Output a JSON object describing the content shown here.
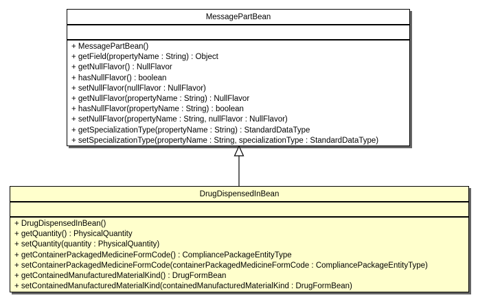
{
  "diagram": {
    "type": "uml-class-diagram",
    "background": "#ffffff",
    "border_color": "#000000",
    "shadow_color": "#666666",
    "classes": [
      {
        "name": "MessagePartBean",
        "fill": "#ffffff",
        "attributes": [],
        "methods": [
          "+ MessagePartBean()",
          "+ getField(propertyName : String) : Object",
          "+ getNullFlavor() : NullFlavor",
          "+ hasNullFlavor() : boolean",
          "+ setNullFlavor(nullFlavor : NullFlavor)",
          "+ getNullFlavor(propertyName : String) : NullFlavor",
          "+ hasNullFlavor(propertyName : String) : boolean",
          "+ setNullFlavor(propertyName : String, nullFlavor : NullFlavor)",
          "+ getSpecializationType(propertyName : String) : StandardDataType",
          "+ setSpecializationType(propertyName : String, specializationType : StandardDataType)"
        ]
      },
      {
        "name": "DrugDispensedInBean",
        "fill": "#ffffcc",
        "attributes": [],
        "methods": [
          "+ DrugDispensedInBean()",
          "+ getQuantity() : PhysicalQuantity",
          "+ setQuantity(quantity : PhysicalQuantity)",
          "+ getContainerPackagedMedicineFormCode() : CompliancePackageEntityType",
          "+ setContainerPackagedMedicineFormCode(containerPackagedMedicineFormCode : CompliancePackageEntityType)",
          "+ getContainedManufacturedMaterialKind() : DrugFormBean",
          "+ setContainedManufacturedMaterialKind(containedManufacturedMaterialKind : DrugFormBean)"
        ]
      }
    ],
    "relationships": [
      {
        "type": "generalization",
        "from": "DrugDispensedInBean",
        "to": "MessagePartBean",
        "arrow": "hollow-triangle"
      }
    ]
  }
}
